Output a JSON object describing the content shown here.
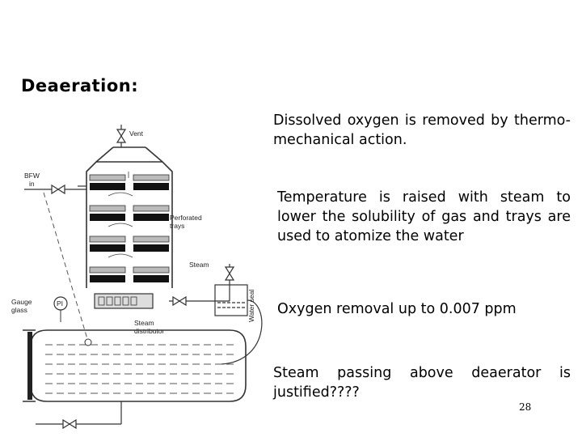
{
  "slide": {
    "title": "Deaeration:",
    "paragraphs": [
      "Dissolved oxygen is removed by thermo-mechanical action.",
      "Temperature is raised with steam to lower the solubility of gas and trays are used to atomize the water",
      "Oxygen removal up to 0.007 ppm",
      "Steam passing above deaerator is justified????"
    ],
    "page_number": "28"
  },
  "diagram": {
    "labels": {
      "vent": "Vent",
      "bfw": "BFW",
      "bfw_in": "in",
      "perforated": "Perforated",
      "trays": "trays",
      "steam": "Steam",
      "gauge": "Gauge",
      "glass": "glass",
      "pi": "PI",
      "steam_dist_1": "Steam",
      "steam_dist_2": "distributor",
      "water_seal": "Water seal"
    }
  }
}
